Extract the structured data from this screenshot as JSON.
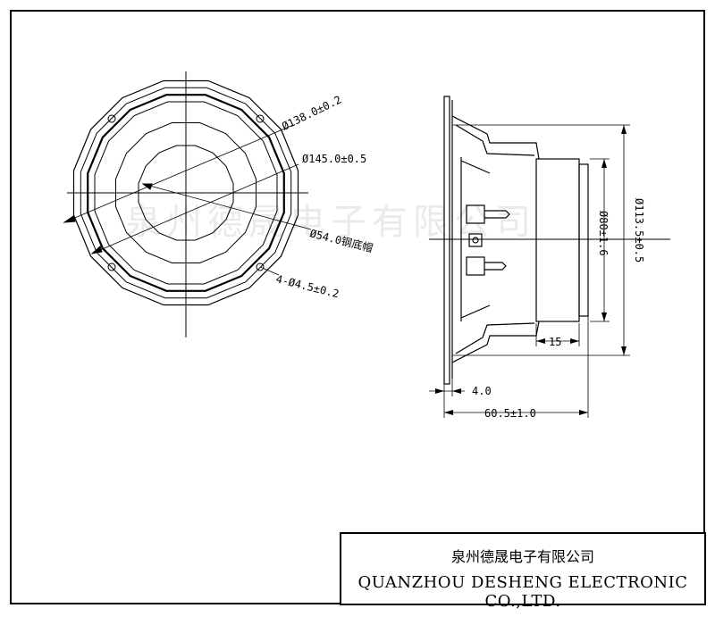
{
  "watermark": "泉州德晟电子有限公司",
  "front_view": {
    "labels": {
      "outer": "Ø138.0±0.2",
      "cone": "Ø145.0±0.5",
      "cap": "Ø54.0钢底帽",
      "holes": "4-Ø4.5±0.2"
    }
  },
  "side_view": {
    "labels": {
      "frame_dia": "Ø113.5±0.5",
      "magnet_dia": "Ø80±1.6",
      "magnet_depth": "15",
      "flange": "4.0",
      "total_depth": "60.5±1.0"
    }
  },
  "title_block": {
    "company_cn": "泉州德晟电子有限公司",
    "company_en": "QUANZHOU DESHENG ELECTRONIC CO.,LTD."
  }
}
